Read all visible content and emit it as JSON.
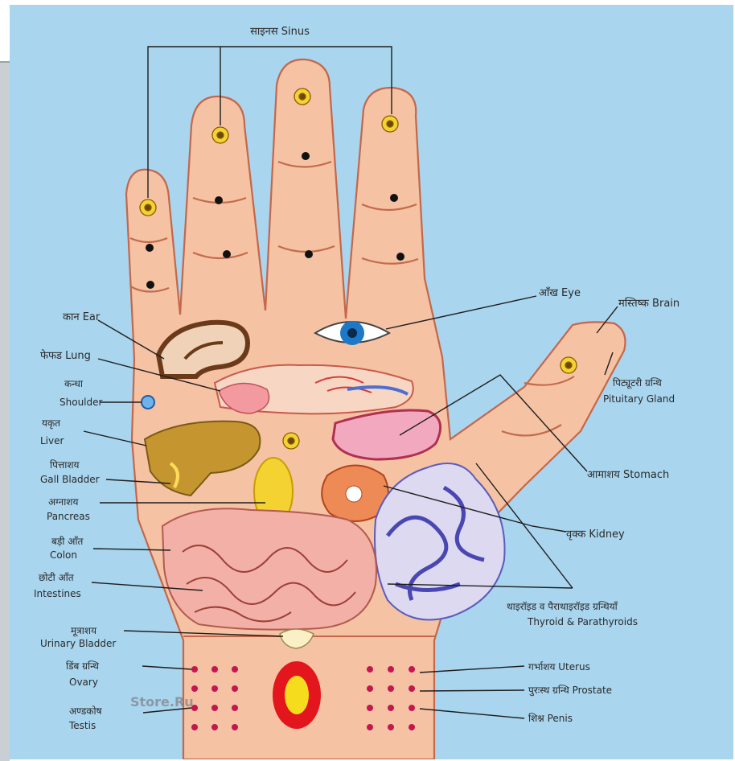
{
  "title": "साइनस Sinus",
  "labels": {
    "eye": "आँख Eye",
    "brain": "मस्तिष्क Brain",
    "ear": "कान Ear",
    "lung": "फेफड Lung",
    "shoulder_hi": "कन्धा",
    "shoulder_en": "Shoulder",
    "pituitary_hi": "पिट्यूटरी ग्रन्थि",
    "pituitary_en": "Pituitary Gland",
    "liver_hi": "यकृत",
    "liver_en": "Liver",
    "gall_hi": "पित्ताशय",
    "gall_en": "Gall Bladder",
    "stomach": "आमाशय Stomach",
    "pancreas_hi": "अग्नाशय",
    "pancreas_en": "Pancreas",
    "colon_hi": "बड़ी आँत",
    "colon_en": "Colon",
    "kidney": "वृक्क Kidney",
    "intestine_hi": "छोटी आँत",
    "intestine_en": "Intestines",
    "thyroid_hi": "थाइरॉइड व पैराथाइरॉइड ग्रन्थियाँ",
    "thyroid_en": "Thyroid & Parathyroids",
    "bladder_hi": "मूत्राशय",
    "bladder_en": "Urinary Bladder",
    "uterus": "गर्भाशय Uterus",
    "ovary_hi": "डिंब ग्रन्थि",
    "ovary_en": "Ovary",
    "prostate": "पुरःस्थ ग्रन्थि Prostate",
    "testis_hi": "अण्डकोष",
    "testis_en": "Testis",
    "penis": "शिश्न Penis"
  },
  "watermark": "Store.Ru",
  "colors": {
    "background": "#a9d5ee",
    "skin": "#f5c2a4",
    "skin_outline": "#c4674a",
    "eye_iris": "#1e78c8",
    "liver": "#c59630",
    "pancreas": "#f3d231",
    "stomach": "#f2a9c0",
    "kidney": "#ee8a55",
    "thyroid": "#5b5bbd",
    "point_red": "#c4174f",
    "center_ring": "#e3151d",
    "center_core": "#f5dd1e"
  }
}
